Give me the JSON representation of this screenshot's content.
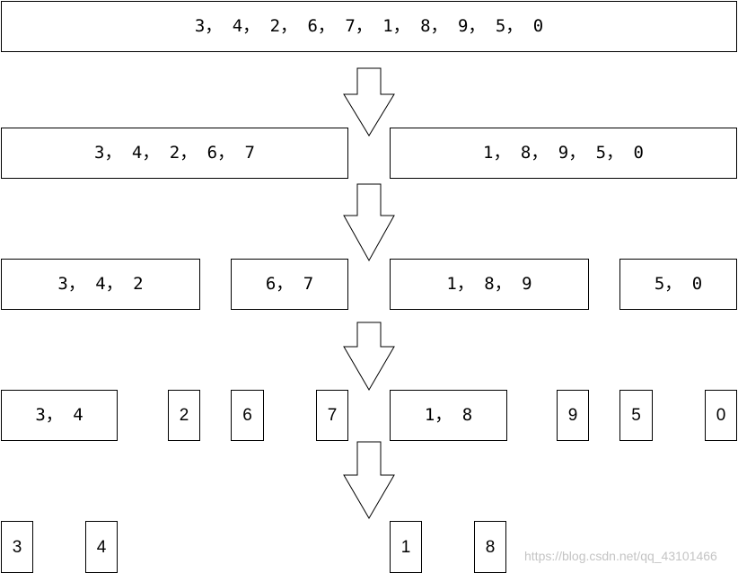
{
  "rows": [
    {
      "boxes": [
        "3， 4， 2， 6， 7， 1， 8， 9， 5， 0"
      ]
    },
    {
      "boxes": [
        "3， 4， 2， 6， 7",
        "1， 8， 9， 5， 0"
      ]
    },
    {
      "boxes": [
        "3， 4， 2",
        "6， 7",
        "1， 8， 9",
        "5， 0"
      ]
    },
    {
      "boxes": [
        "3， 4",
        "2",
        "6",
        "7",
        "1， 8",
        "9",
        "5",
        "0"
      ]
    },
    {
      "boxes": [
        "3",
        "4",
        "1",
        "8"
      ]
    }
  ],
  "arrow_icon": "down-arrow-icon",
  "colors": {
    "stroke": "#000000",
    "fill": "#ffffff",
    "watermark": "#c4c4c4"
  },
  "watermark": "https://blog.csdn.net/qq_43101466"
}
